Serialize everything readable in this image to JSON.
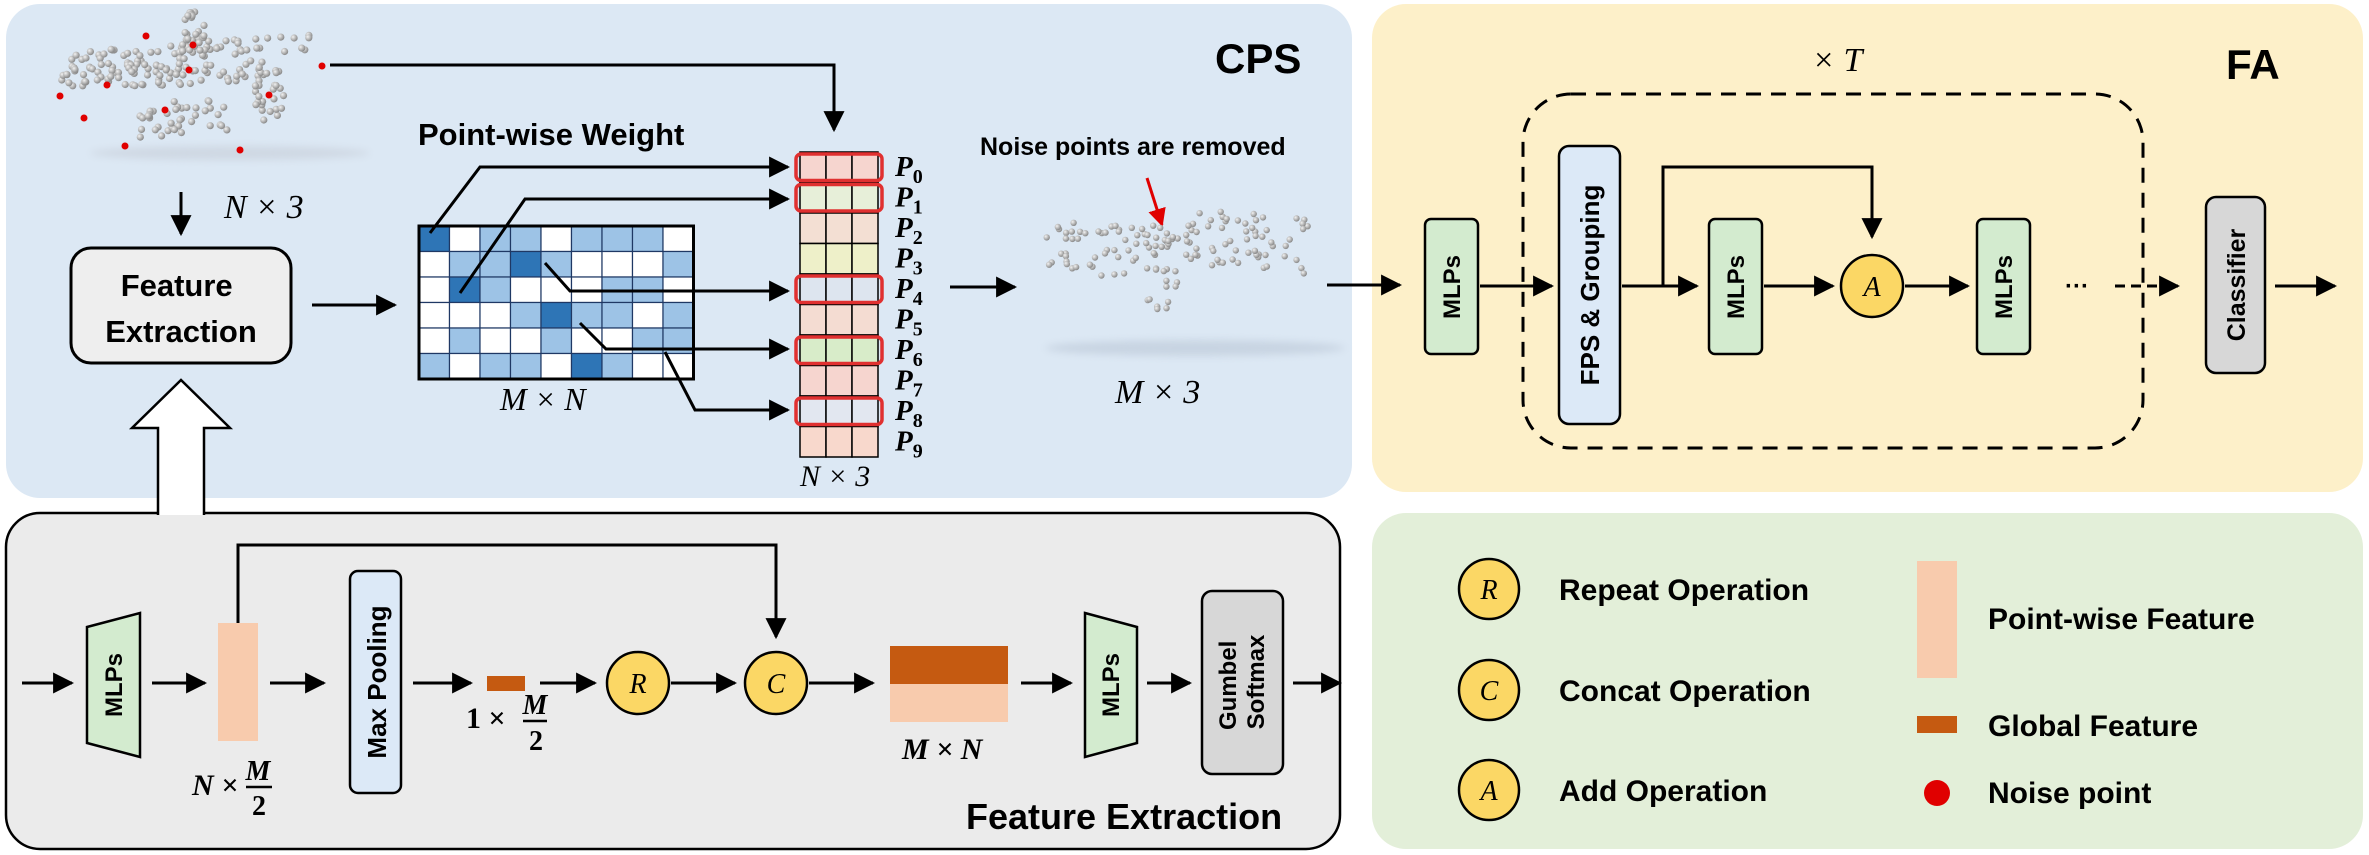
{
  "panels": {
    "cps_title": "CPS",
    "fa_title": "FA",
    "fe_title": "Feature Extraction"
  },
  "cps": {
    "input_dim": "N × 3",
    "feature_extraction_label": [
      "Feature",
      "Extraction"
    ],
    "weight_title": "Point-wise Weight",
    "matrix_dim": "M × N",
    "column_dim": "N × 3",
    "points": [
      "P0",
      "P1",
      "P2",
      "P3",
      "P4",
      "P5",
      "P6",
      "P7",
      "P8",
      "P9"
    ],
    "noise_caption": "Noise  points are removed",
    "output_dim": "M × 3"
  },
  "fa": {
    "repeat": "× T",
    "mlps": "MLPs",
    "fps_grouping": "FPS & Grouping",
    "add_symbol": "A",
    "ellipsis": "···",
    "classifier": "Classifier"
  },
  "fe": {
    "mlps1": "MLPs",
    "dim1_prefix": "N ×",
    "dim1_num": "M",
    "dim1_den": "2",
    "max_pooling": "Max Pooling",
    "dim2_prefix": "1 ×",
    "dim2_num": "M",
    "dim2_den": "2",
    "repeat_symbol": "R",
    "concat_symbol": "C",
    "dim3": "M × N",
    "mlps2": "MLPs",
    "gumbel": [
      "Gumbel",
      "Softmax"
    ]
  },
  "legend": {
    "repeat_symbol": "R",
    "repeat": "Repeat Operation",
    "concat_symbol": "C",
    "concat": "Concat Operation",
    "add_symbol": "A",
    "add": "Add Operation",
    "pointwise": "Point-wise Feature",
    "global": "Global Feature",
    "noise": "Noise  point"
  },
  "colors": {
    "cps_bg": "#dce8f4",
    "fa_bg": "#fdf0c9",
    "fe_bg": "#ebebeb",
    "legend_bg": "#e3efd9",
    "mlp_green": "#d3ebcf",
    "blue_box": "#dce9f7",
    "gray_box": "#d7d7d7",
    "op_yellow": "#fbd765",
    "pointwise_feature": "#f8cbad",
    "global_feature": "#c55a11",
    "cell_dark": "#2e75b6",
    "cell_light": "#9dc3e6",
    "noise_red": "#e00000",
    "highlight_red": "#e03030"
  }
}
